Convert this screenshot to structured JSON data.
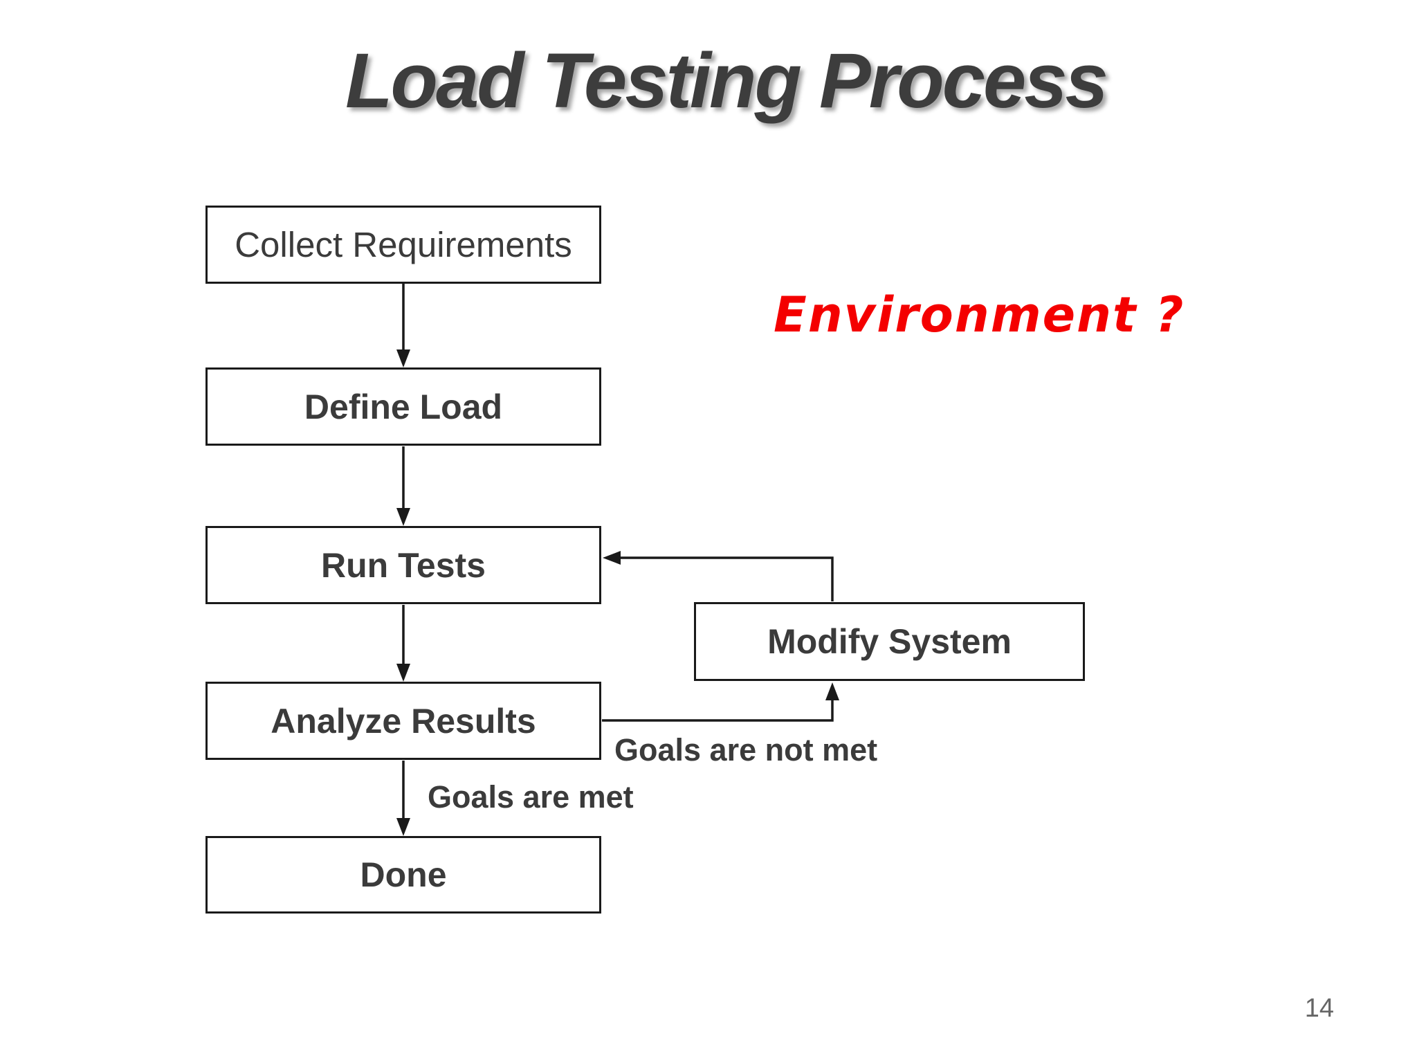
{
  "slide": {
    "title": "Load Testing Process",
    "page_number": "14",
    "annotation": {
      "text": "Environment ?",
      "color": "#f40000"
    }
  },
  "flowchart": {
    "nodes": [
      {
        "id": "collect-requirements",
        "label": "Collect Requirements"
      },
      {
        "id": "define-load",
        "label": "Define Load"
      },
      {
        "id": "run-tests",
        "label": "Run Tests"
      },
      {
        "id": "analyze-results",
        "label": "Analyze Results"
      },
      {
        "id": "done",
        "label": "Done"
      },
      {
        "id": "modify-system",
        "label": "Modify System"
      }
    ],
    "edges": [
      {
        "from": "collect-requirements",
        "to": "define-load"
      },
      {
        "from": "define-load",
        "to": "run-tests"
      },
      {
        "from": "run-tests",
        "to": "analyze-results"
      },
      {
        "from": "analyze-results",
        "to": "done",
        "label": "Goals are met"
      },
      {
        "from": "analyze-results",
        "to": "modify-system",
        "label": "Goals are not met"
      },
      {
        "from": "modify-system",
        "to": "run-tests"
      }
    ],
    "edge_labels": {
      "goals_not_met": "Goals are not met",
      "goals_met": "Goals are met"
    },
    "colors": {
      "box_border": "#1a1a1a",
      "box_text": "#3b3b3b",
      "arrow": "#1a1a1a",
      "title_text": "#3d3d3d",
      "page_number_text": "#666666"
    }
  }
}
